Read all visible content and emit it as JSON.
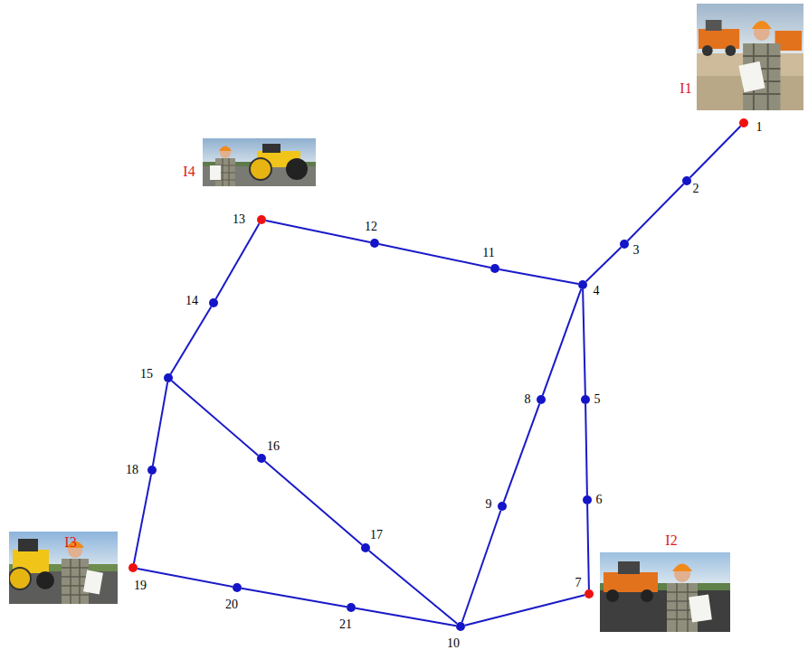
{
  "diagram": {
    "nodes": [
      {
        "text": [
          "1"
        ]
      },
      {
        "text": [
          "2"
        ]
      },
      {
        "text": [
          "3"
        ]
      },
      {
        "text": [
          "4"
        ]
      },
      {
        "text": [
          "5"
        ]
      },
      {
        "text": [
          "6"
        ]
      },
      {
        "text": [
          "7"
        ]
      },
      {
        "text": [
          "8"
        ]
      },
      {
        "text": [
          "9"
        ]
      },
      {
        "text": [
          "10"
        ]
      },
      {
        "text": [
          "11"
        ]
      },
      {
        "text": [
          "12"
        ]
      },
      {
        "text": [
          "13"
        ]
      },
      {
        "text": [
          "14"
        ]
      },
      {
        "text": [
          "15"
        ]
      },
      {
        "text": [
          "16"
        ]
      },
      {
        "text": [
          "17"
        ]
      },
      {
        "text": [
          "18"
        ]
      },
      {
        "text": [
          "19"
        ]
      },
      {
        "text": [
          "20"
        ]
      },
      {
        "text": [
          "21"
        ]
      }
    ],
    "edges": [
      {
        "from": 0,
        "to": 1,
        "arrow": "none"
      },
      {
        "from": 1,
        "to": 2,
        "arrow": "none"
      },
      {
        "from": 2,
        "to": 3,
        "arrow": "none"
      },
      {
        "from": 3,
        "to": 10,
        "arrow": "none"
      },
      {
        "from": 10,
        "to": 11,
        "arrow": "none"
      },
      {
        "from": 11,
        "to": 12,
        "arrow": "none"
      },
      {
        "from": 12,
        "to": 13,
        "arrow": "none"
      },
      {
        "from": 13,
        "to": 14,
        "arrow": "none"
      },
      {
        "from": 14,
        "to": 17,
        "arrow": "none"
      },
      {
        "from": 17,
        "to": 18,
        "arrow": "none"
      },
      {
        "from": 18,
        "to": 19,
        "arrow": "none"
      },
      {
        "from": 19,
        "to": 20,
        "arrow": "none"
      },
      {
        "from": 20,
        "to": 9,
        "arrow": "none"
      },
      {
        "from": 14,
        "to": 15,
        "arrow": "none"
      },
      {
        "from": 15,
        "to": 16,
        "arrow": "none"
      },
      {
        "from": 16,
        "to": 9,
        "arrow": "none"
      },
      {
        "from": 9,
        "to": 8,
        "arrow": "none"
      },
      {
        "from": 8,
        "to": 7,
        "arrow": "none"
      },
      {
        "from": 7,
        "to": 3,
        "arrow": "none"
      },
      {
        "from": 3,
        "to": 4,
        "arrow": "none"
      },
      {
        "from": 4,
        "to": 5,
        "arrow": "none"
      },
      {
        "from": 5,
        "to": 6,
        "arrow": "none"
      },
      {
        "from": 6,
        "to": 9,
        "arrow": "none"
      }
    ],
    "labels": [
      "I1",
      "I4",
      "I3",
      "I2"
    ]
  }
}
